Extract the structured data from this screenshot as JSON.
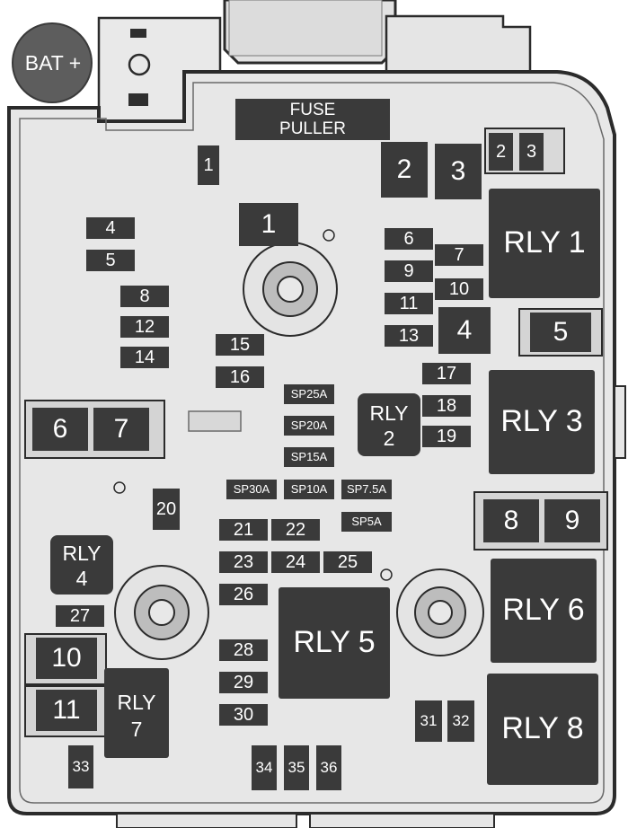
{
  "diagram": {
    "battery_terminal": "BAT +",
    "fuse_puller": [
      "FUSE",
      "PULLER"
    ],
    "mini_fuses": [
      "1",
      "2",
      "3",
      "4",
      "5",
      "6",
      "7",
      "8",
      "9",
      "10",
      "11",
      "12",
      "13",
      "14",
      "15",
      "16",
      "17",
      "18",
      "19",
      "20",
      "21",
      "22",
      "23",
      "24",
      "25",
      "26",
      "27",
      "28",
      "29",
      "30",
      "31",
      "32",
      "33",
      "34",
      "35",
      "36"
    ],
    "cartridge_fuses": [
      "1",
      "2",
      "3",
      "4",
      "5",
      "6",
      "7",
      "8",
      "9",
      "10",
      "11"
    ],
    "relays_large": [
      "RLY 1",
      "RLY 3",
      "RLY 5",
      "RLY 6",
      "RLY 8"
    ],
    "relays_small": [
      [
        "RLY",
        "2"
      ],
      [
        "RLY",
        "4"
      ],
      [
        "RLY",
        "7"
      ]
    ],
    "spare_slots": [
      "SP25A",
      "SP20A",
      "SP15A",
      "SP30A",
      "SP10A",
      "SP7.5A",
      "SP5A"
    ]
  },
  "colors": {
    "housing_fill": "#e7e7e7",
    "housing_outline": "#2b2b2b",
    "component_fill": "#3a3a3a",
    "label_text": "#ffffff",
    "battery_post": "#5d5d5d"
  }
}
